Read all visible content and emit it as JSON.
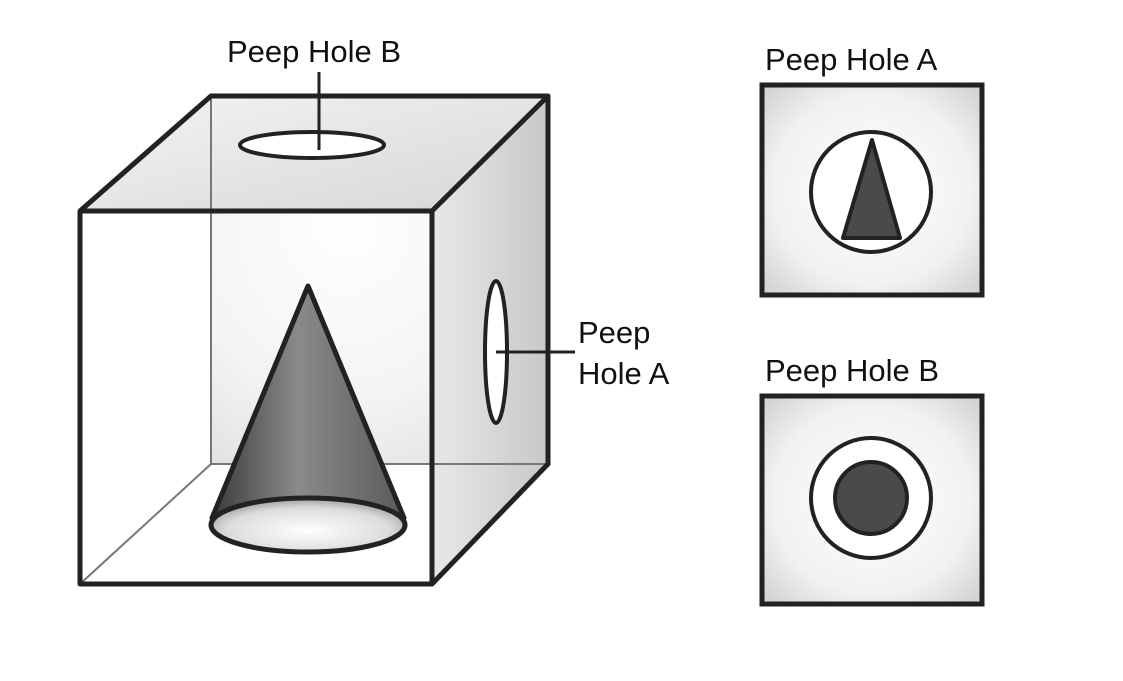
{
  "labels": {
    "top_hole": "Peep Hole B",
    "side_hole_line1": "Peep",
    "side_hole_line2": "Hole A",
    "view_a_title": "Peep Hole A",
    "view_b_title": "Peep Hole B"
  },
  "colors": {
    "outline": "#222222",
    "cone_dark": "#4a4a4a",
    "cone_mid": "#8c8c8c",
    "box_shade": "#d9d9d9",
    "fill_white": "#ffffff"
  }
}
